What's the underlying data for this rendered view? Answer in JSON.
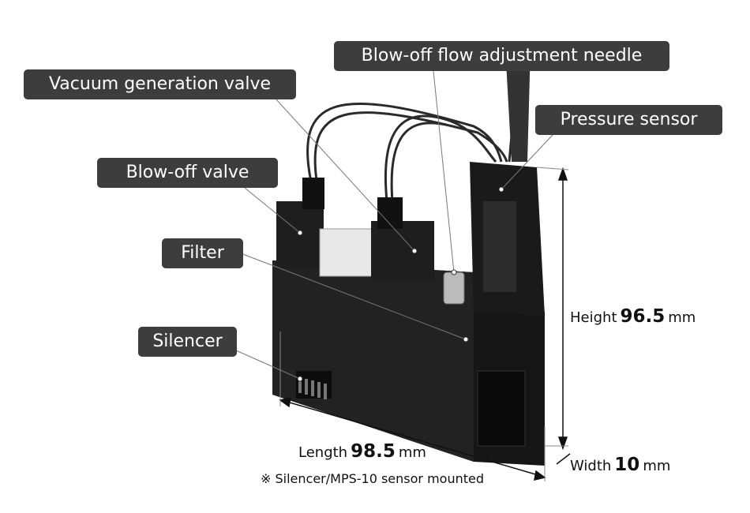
{
  "callouts": {
    "needle": "Blow-off flow adjustment needle",
    "vacuum_valve": "Vacuum generation valve",
    "pressure_sensor": "Pressure sensor",
    "blowoff_valve": "Blow-off valve",
    "filter": "Filter",
    "silencer": "Silencer"
  },
  "dimensions": {
    "height": {
      "label": "Height",
      "value": "96.5",
      "unit": "mm"
    },
    "length": {
      "label": "Length",
      "value": "98.5",
      "unit": "mm"
    },
    "width": {
      "label": "Width",
      "value": "10",
      "unit": "mm"
    }
  },
  "footnote": "※ Silencer/MPS-10 sensor mounted",
  "colors": {
    "callout_bg": "#3d3d3d",
    "callout_text": "#ffffff"
  }
}
